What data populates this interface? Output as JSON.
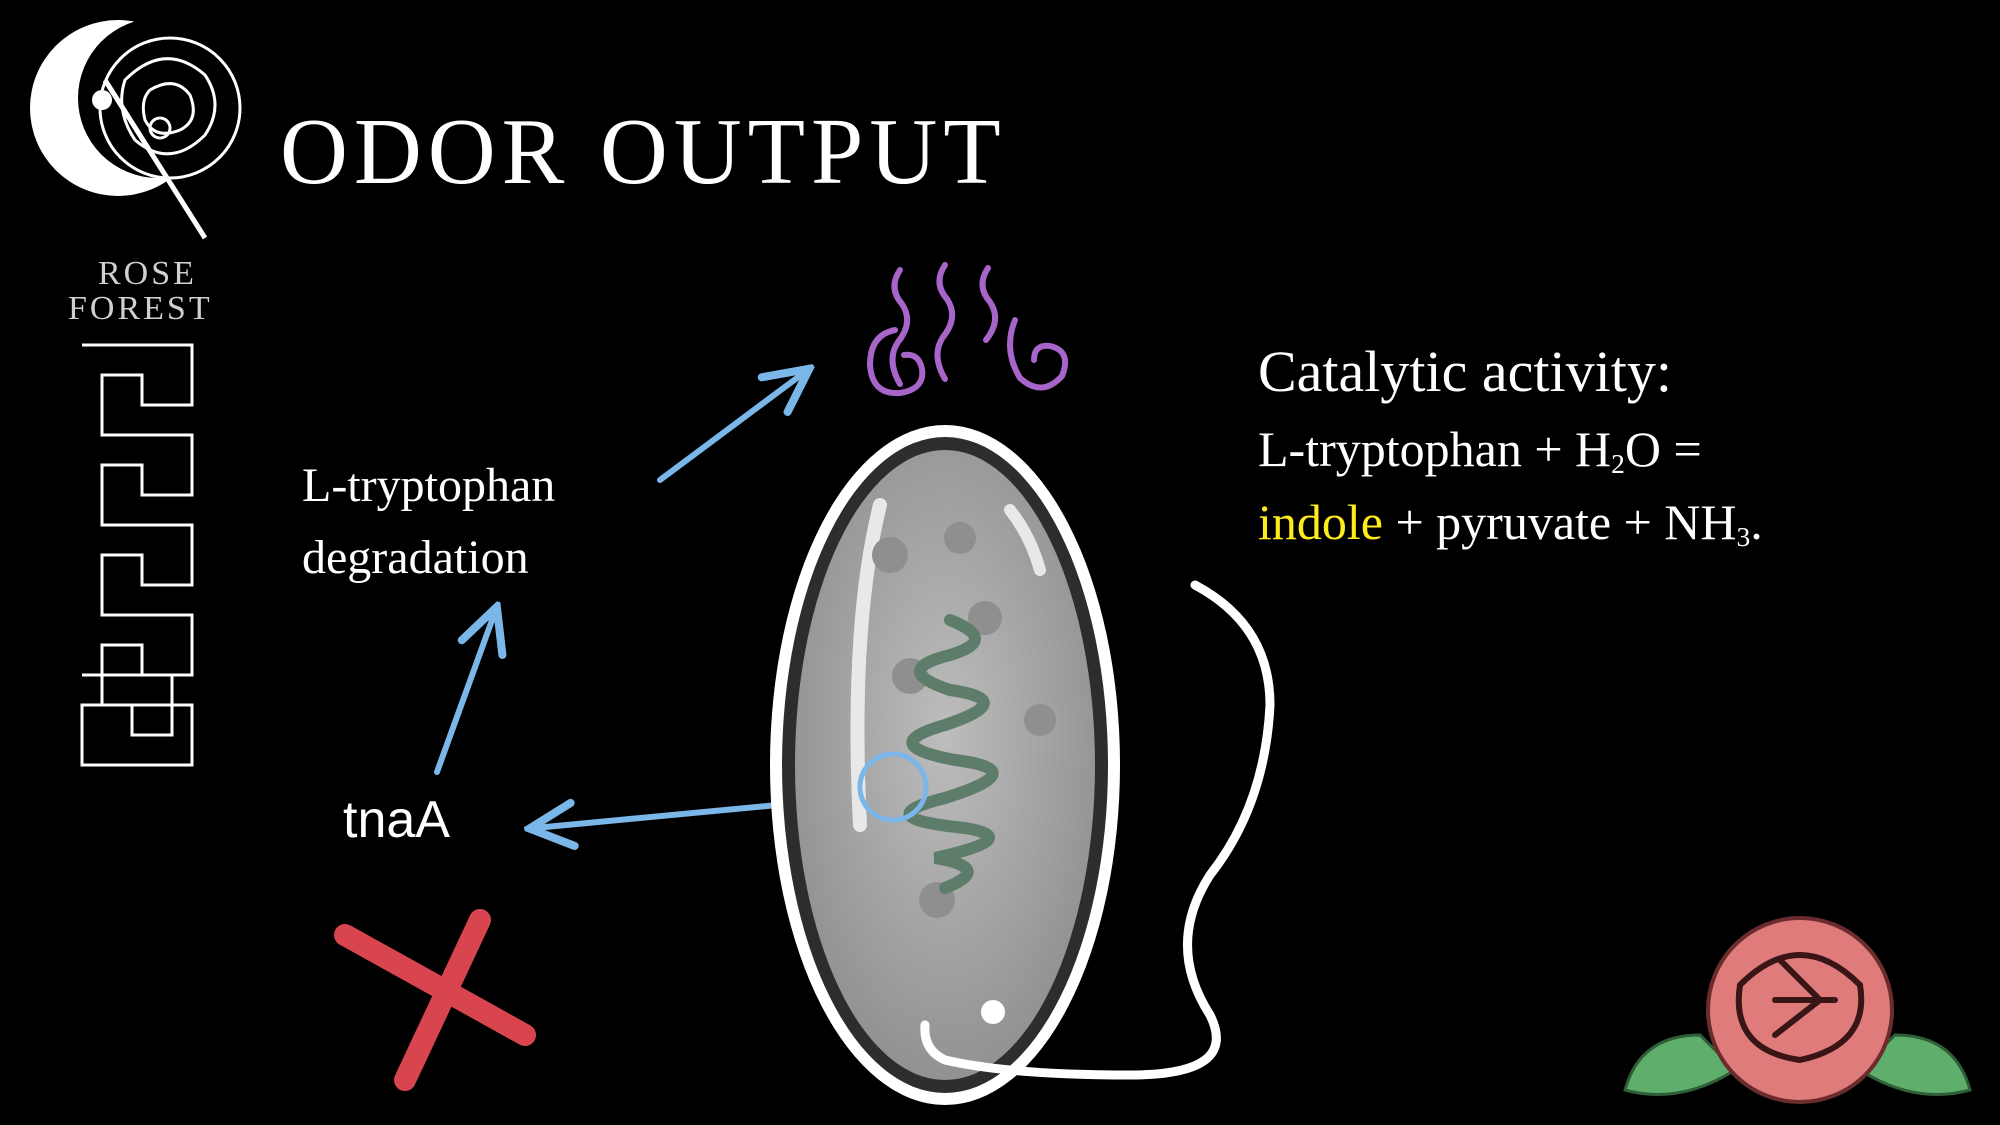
{
  "header": {
    "title": "ODOR OUTPUT",
    "brand_line1": "ROSE",
    "brand_line2": "FOREST"
  },
  "diagram": {
    "pathway_line1": "L-tryptophan",
    "pathway_line2": "degradation",
    "gene": "tnaA"
  },
  "reaction": {
    "heading": "Catalytic activity:",
    "line1_a": "L-tryptophan + H",
    "line1_sub": "2",
    "line1_b": "O =",
    "line2_product": "indole",
    "line2_rest": " + pyruvate + NH",
    "line2_sub": "3",
    "line2_end": "."
  },
  "colors": {
    "background": "#000000",
    "arrow": "#7ab6e8",
    "odor": "#a865c9",
    "cross": "#d9454f",
    "highlight": "#ffec1a",
    "cell_fill": "#a9a9a9",
    "dna": "#5d7d6a"
  },
  "icons": [
    "crescent-rose-logo",
    "greek-key-border",
    "odor-wave-icon",
    "bacterium-cell",
    "red-x-mark",
    "rose-emblem"
  ]
}
